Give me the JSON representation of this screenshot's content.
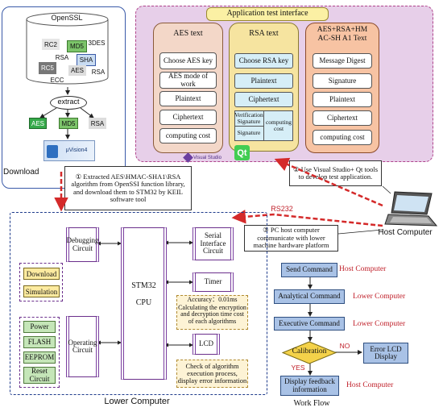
{
  "download_panel": {
    "openssl_label": "OpenSSL",
    "chips": [
      "RC2",
      "MD5",
      "3DES",
      "RSA",
      "SHA",
      "RC5",
      "AES",
      "RSA",
      "ECC"
    ],
    "extract_label": "extract",
    "outputs": [
      "AES",
      "MD5",
      "RSA"
    ],
    "tool_label": "μVision4",
    "caption": "Download"
  },
  "app_panel": {
    "title": "Application test interface",
    "columns": [
      {
        "header": "AES text",
        "items": [
          "Choose AES key",
          "AES mode of work",
          "Plaintext",
          "Ciphertext",
          "computing cost"
        ]
      },
      {
        "header": "RSA text",
        "items": [
          "Choose RSA key",
          "Plaintext",
          "Ciphertext"
        ],
        "split": [
          "Verification Signature",
          "Signature"
        ],
        "split_right": "computing cost"
      },
      {
        "header": "AES+RSA+HMAC-SHA1 Text",
        "header_lines": [
          "AES+RSA+HM",
          "AC-SH A1 Text"
        ],
        "items": [
          "Message Digest",
          "Signature",
          "Plaintext",
          "Ciphertext",
          "computing cost"
        ]
      }
    ],
    "vs_label": "Visual Studio"
  },
  "callouts": {
    "c1": "① Extracted AES\\HMAC-SHA1\\RSA algorithm from OpenSSI function library, and download them to STM32 by KEIL software tool",
    "c2": "② Use Visual Studio+ Qt tools to develop test application.",
    "c3": "③ PC host computer communicate with lower machine hardware platform"
  },
  "rs232_label": "RS232",
  "host_label": "Host Computer",
  "lower": {
    "caption": "Lower Computer",
    "debug": "Debugging Circuit",
    "operating": "Operating Circuit",
    "cpu": [
      "STM32",
      "CPU"
    ],
    "serial": "Serial Interface Circuit",
    "timer": "Timer",
    "lcd": "LCD",
    "yellow": [
      "Download",
      "Simulation"
    ],
    "green": [
      "Power",
      "FLASH",
      "EEPROM",
      "Reset Circuit"
    ],
    "note_timer": [
      "Accuracy：0.01ms",
      "Calculating the encryption and decryption time cost of each algorithms"
    ],
    "note_lcd": "Check of algorithm execution process, display error information"
  },
  "workflow": {
    "caption": "Work Flow",
    "steps": [
      "Send Command",
      "Analytical Command",
      "Executive Command",
      "Calibration",
      "Display feedback information"
    ],
    "error": "Error LCD Display",
    "tags": [
      "Host Computer",
      "Lower Computer",
      "Lower Computer",
      "Host Computer"
    ],
    "no": "NO",
    "yes": "YES"
  },
  "colors": {
    "accent_red": "#c0202a",
    "flow_blue": "#a9c2e6",
    "app_bg": "#e7cfe9",
    "aes_col": "#f3d7c8",
    "rsa_col": "#f6e4a0",
    "combo_col": "#f7c3a3"
  }
}
